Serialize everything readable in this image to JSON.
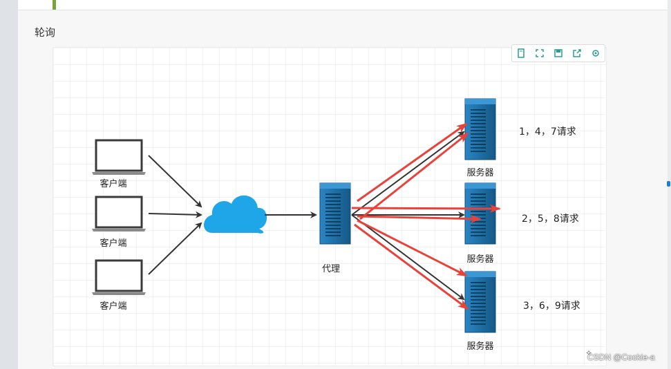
{
  "heading": "轮询",
  "diagram": {
    "clients": [
      {
        "label": "客户端"
      },
      {
        "label": "客户端"
      },
      {
        "label": "客户端"
      }
    ],
    "proxy_label": "代理",
    "servers": [
      {
        "label": "服务器",
        "requests": "1，4，7请求"
      },
      {
        "label": "服务器",
        "requests": "2，5，8请求"
      },
      {
        "label": "服务器",
        "requests": "3，6，9请求"
      }
    ],
    "colors": {
      "cloud": "#1ea6e8",
      "server": "#1d6fa5",
      "red_arrow": "#e8423a",
      "dark_arrow": "#333333"
    }
  },
  "toolbar": {
    "icons": [
      "page-icon",
      "fullscreen-icon",
      "save-icon",
      "export-icon",
      "settings-icon"
    ]
  },
  "watermark": "CSDN @Cookie-a"
}
